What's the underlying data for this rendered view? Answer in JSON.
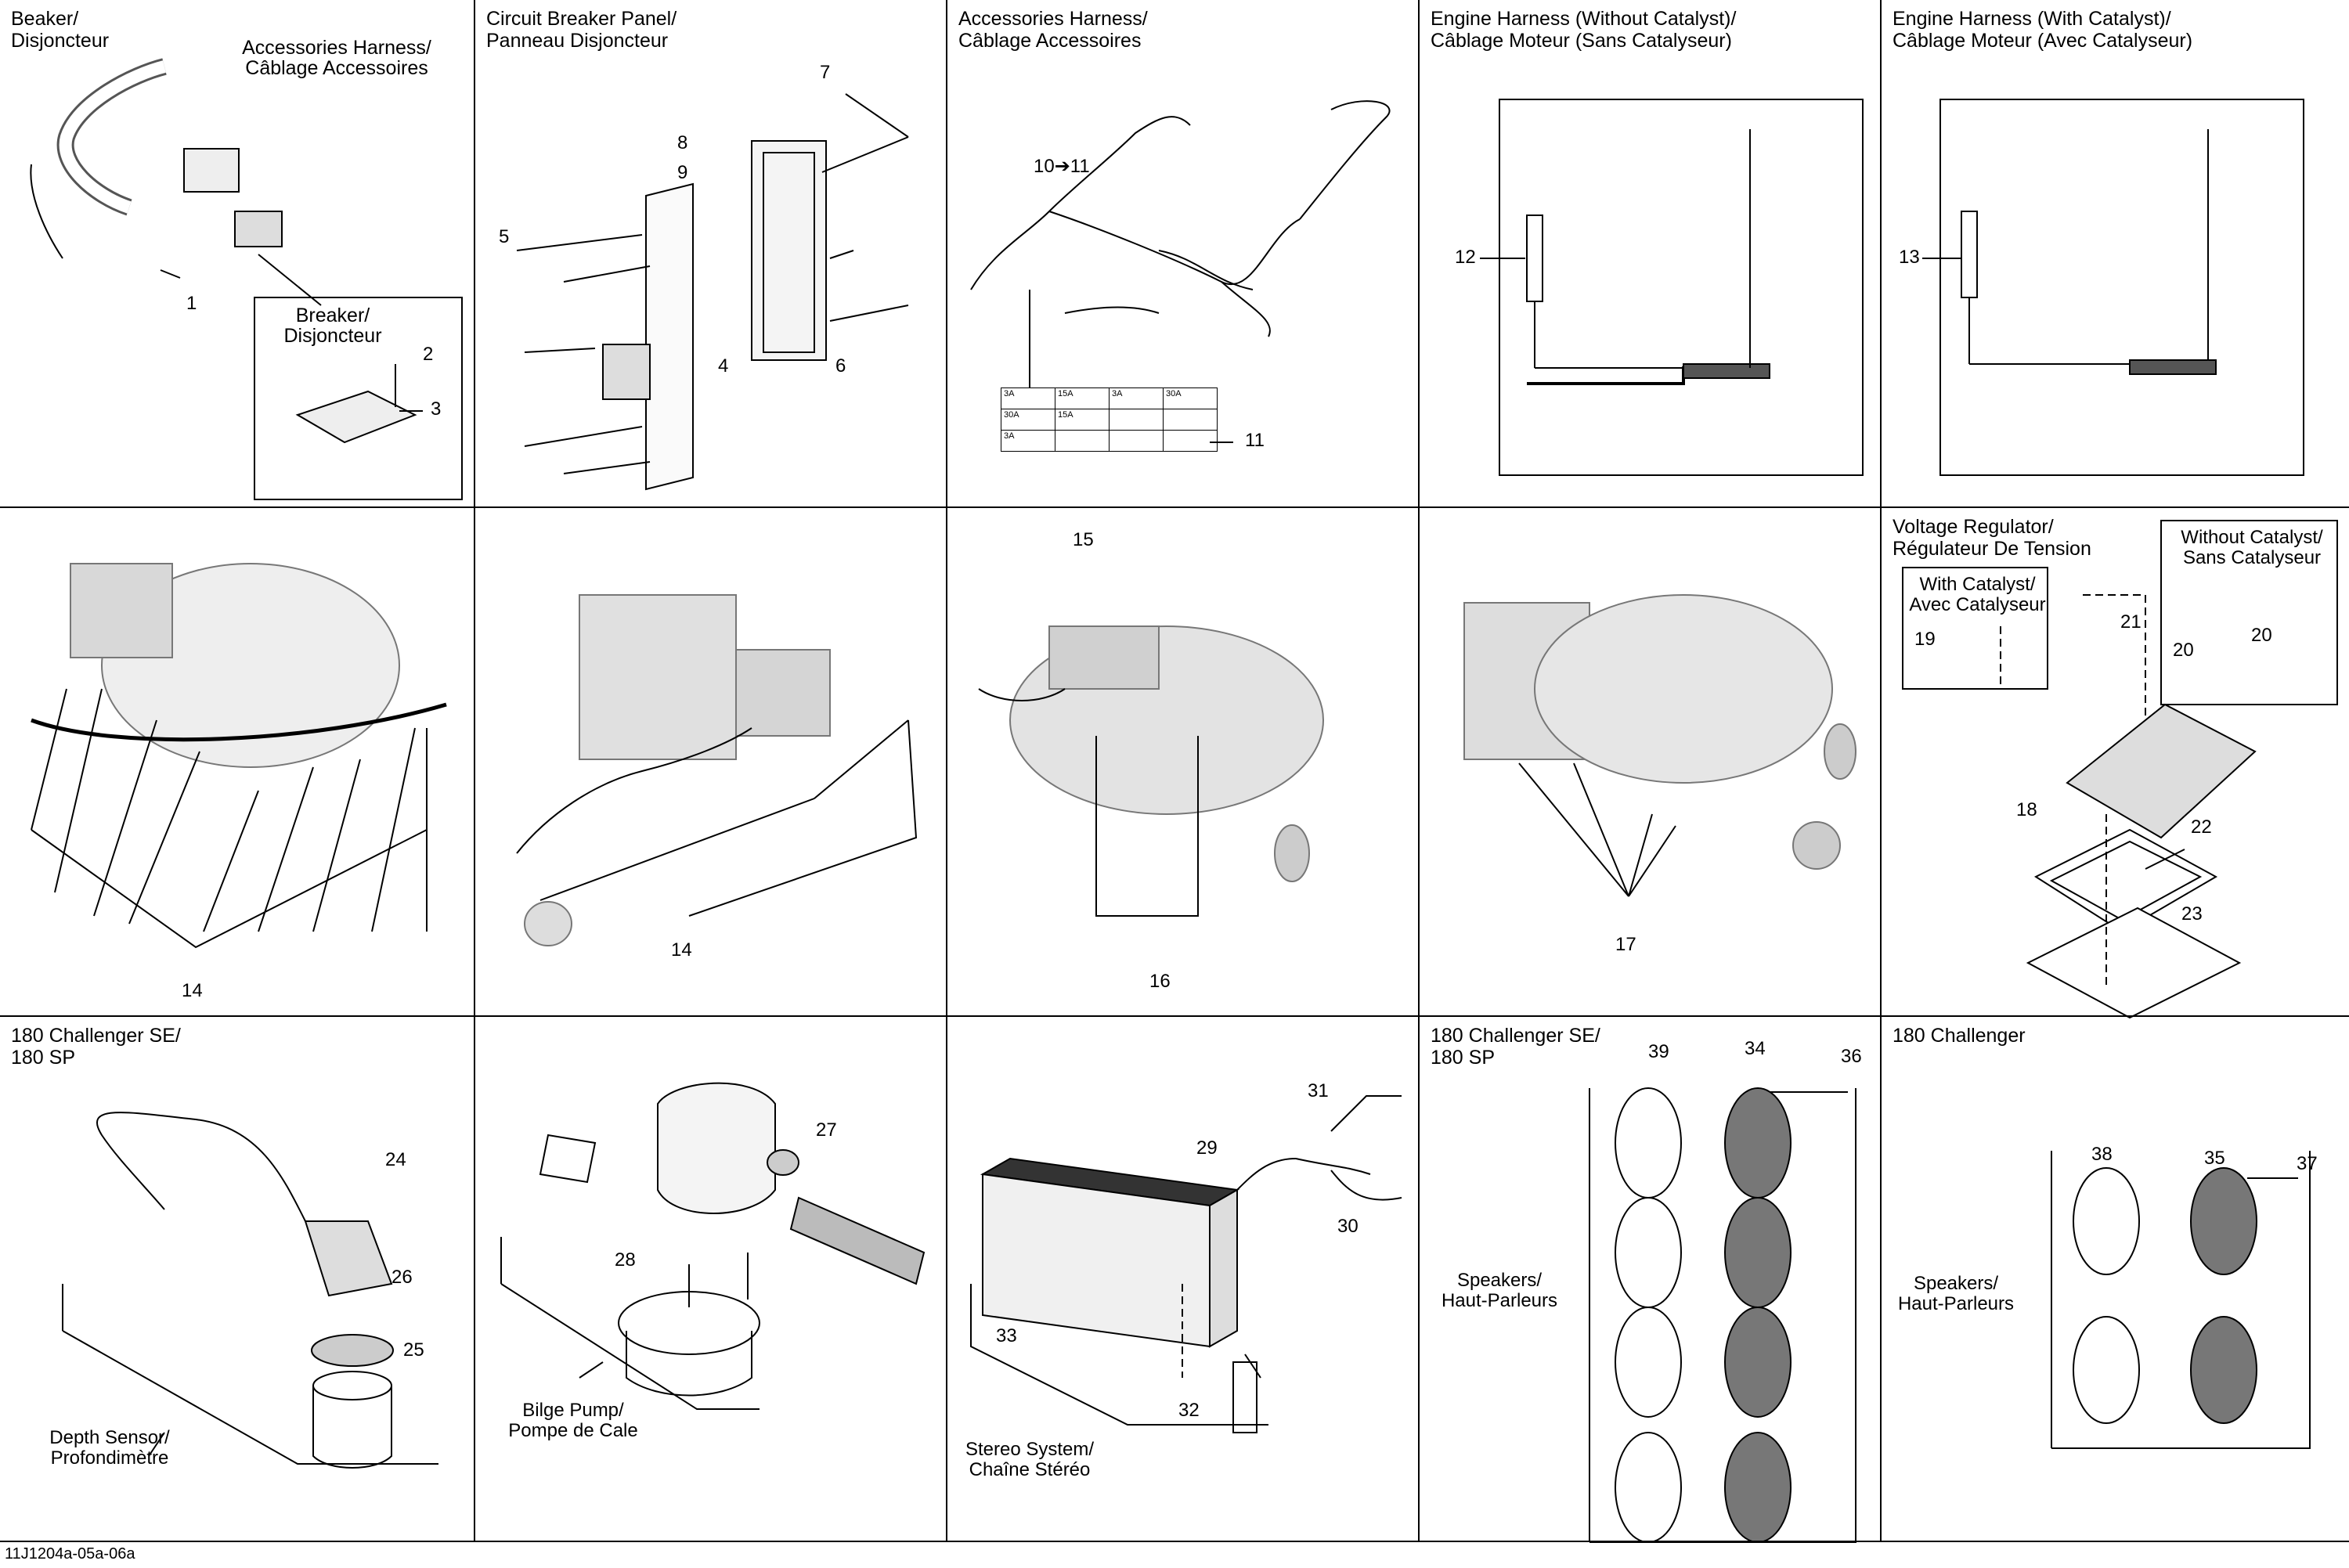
{
  "panels": [
    {
      "id": "p1",
      "title": "Beaker/\nDisjoncteur",
      "labels": [
        "1",
        "2",
        "3"
      ],
      "inset_title": "Breaker/\nDisjoncteur",
      "sub_title": "Accessories Harness/\nCâblage Accessoires"
    },
    {
      "id": "p2",
      "title": "Circuit Breaker Panel/\nPanneau Disjoncteur",
      "labels": [
        "4",
        "5",
        "6",
        "7",
        "8",
        "9"
      ]
    },
    {
      "id": "p3",
      "title": "Accessories Harness/\nCâblage Accessoires",
      "labels": [
        "10➔11",
        "11"
      ]
    },
    {
      "id": "p4",
      "title": "Engine Harness (Without Catalyst)/\nCâblage Moteur (Sans Catalyseur)",
      "labels": [
        "12"
      ]
    },
    {
      "id": "p5",
      "title": "Engine Harness (With Catalyst)/\nCâblage Moteur (Avec Catalyseur)",
      "labels": [
        "13"
      ]
    },
    {
      "id": "p6",
      "labels": [
        "14"
      ]
    },
    {
      "id": "p7",
      "labels": [
        "14"
      ]
    },
    {
      "id": "p8",
      "labels": [
        "15",
        "16"
      ]
    },
    {
      "id": "p9",
      "labels": [
        "17"
      ]
    },
    {
      "id": "p10",
      "title": "Voltage Regulator/\nRégulateur De Tension",
      "labels": [
        "18",
        "19",
        "20",
        "20",
        "21",
        "22",
        "23"
      ],
      "box_with": "With Catalyst/\nAvec Catalyseur",
      "box_without": "Without Catalyst/\nSans Catalyseur"
    },
    {
      "id": "p11",
      "title": "180 Challenger SE/\n180 SP",
      "labels": [
        "24",
        "25",
        "26"
      ],
      "caption": "Depth Sensor/\nProfondimètre"
    },
    {
      "id": "p12",
      "labels": [
        "27",
        "28"
      ],
      "caption": "Bilge Pump/\nPompe de Cale"
    },
    {
      "id": "p13",
      "labels": [
        "29",
        "30",
        "31",
        "32",
        "33"
      ],
      "caption": "Stereo System/\nChaîne Stéréo"
    },
    {
      "id": "p14",
      "title": "180 Challenger SE/\n180 SP",
      "labels": [
        "34",
        "36",
        "39"
      ],
      "caption": "Speakers/\nHaut-Parleurs"
    },
    {
      "id": "p15",
      "title": "180 Challenger",
      "labels": [
        "35",
        "37",
        "38"
      ],
      "caption": "Speakers/\nHaut-Parleurs"
    }
  ],
  "fuse_table": {
    "rows": [
      [
        "3A",
        "15A",
        "3A",
        "30A"
      ],
      [
        "30A",
        "15A",
        "",
        ""
      ],
      [
        "3A",
        "",
        "",
        ""
      ]
    ]
  },
  "footer": "11J1204a-05a-06a"
}
